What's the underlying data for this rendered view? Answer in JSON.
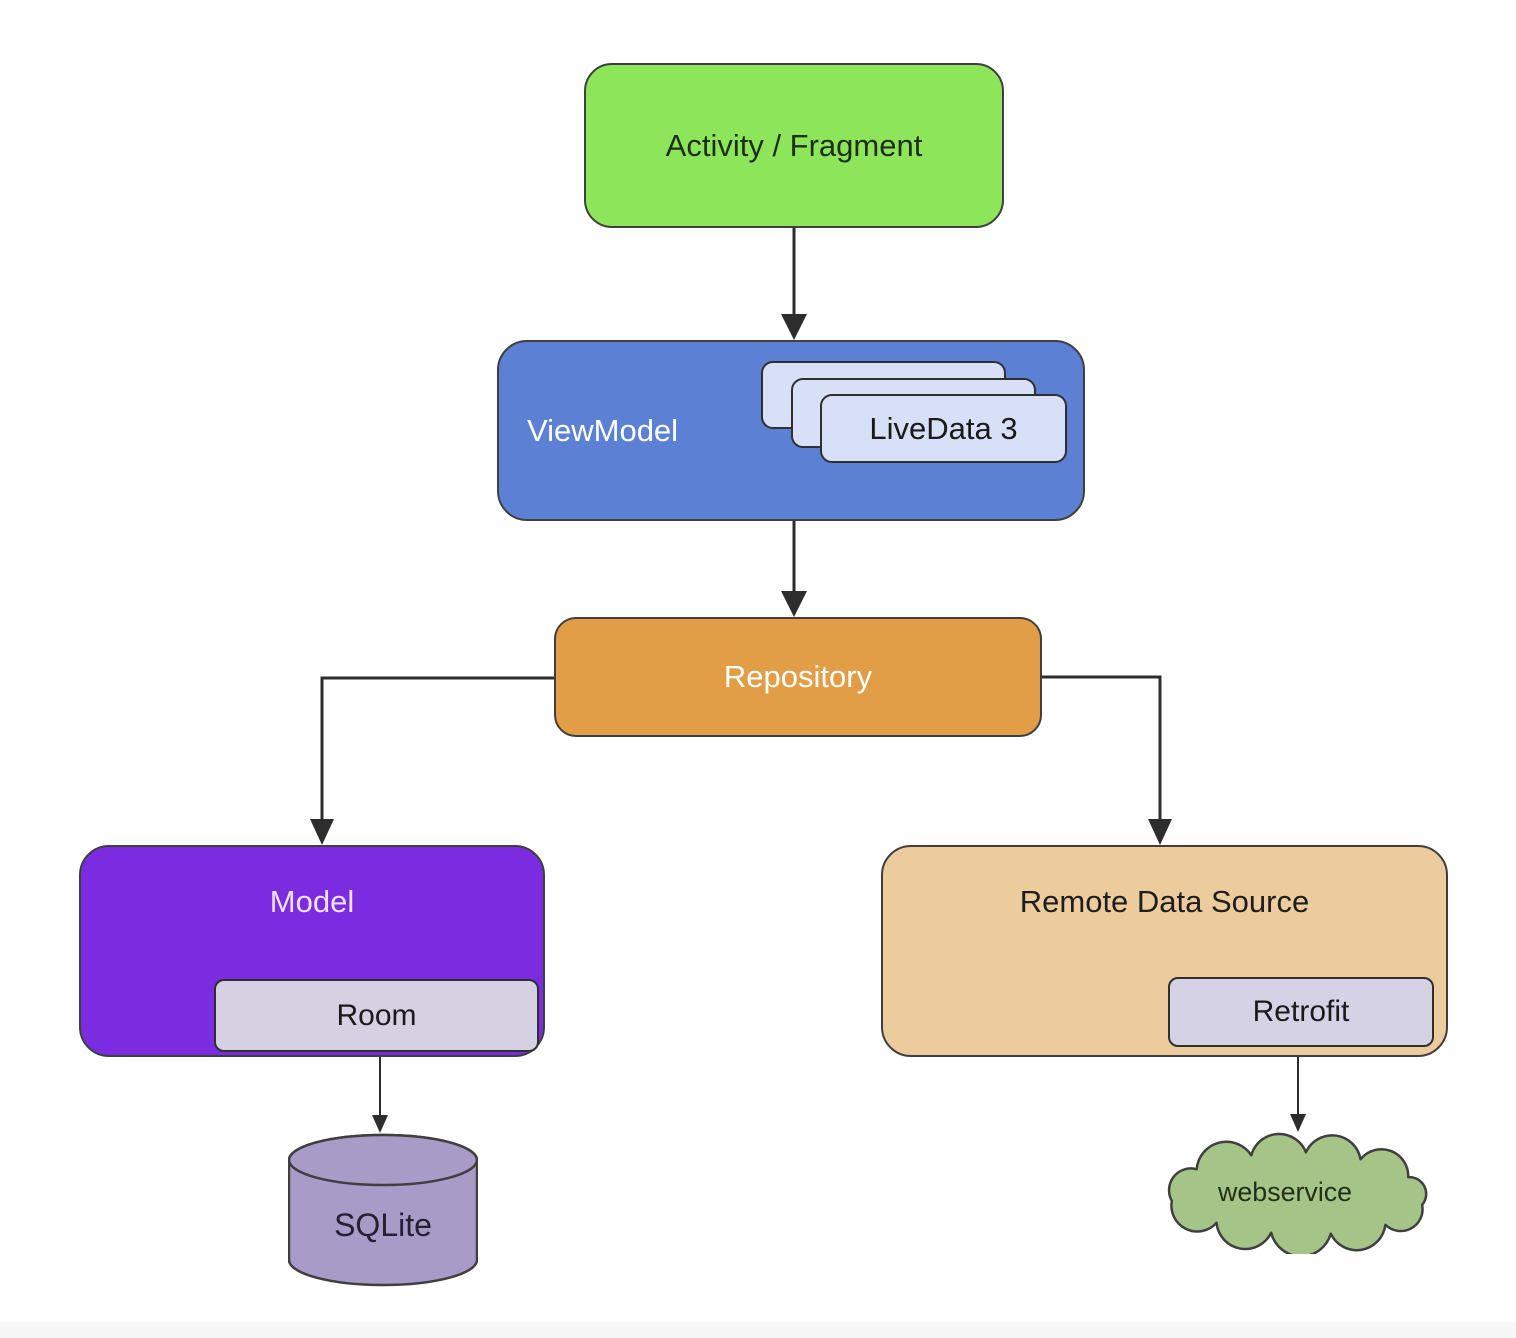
{
  "nodes": {
    "activity": {
      "label": "Activity / Fragment",
      "fill": "#8de65a",
      "text_color": "#1f2d1a"
    },
    "viewmodel": {
      "label": "ViewModel",
      "fill": "#5b80d4",
      "text_color": "#ffffff"
    },
    "livedata": {
      "label": "LiveData 3",
      "fill": "#d7e0f6",
      "text_color": "#1a1a1a"
    },
    "repository": {
      "label": "Repository",
      "fill": "#e29d47",
      "text_color": "#ffffff"
    },
    "model": {
      "label": "Model",
      "fill": "#7b2ce0",
      "text_color": "#ece2fb"
    },
    "room": {
      "label": "Room",
      "fill": "#d5d0e2",
      "text_color": "#1a1a1a"
    },
    "sqlite": {
      "label": "SQLite",
      "fill": "#a89bc8",
      "text_color": "#262033"
    },
    "remote": {
      "label": "Remote Data Source",
      "fill": "#eccb9d",
      "text_color": "#1e1e1e"
    },
    "retrofit": {
      "label": "Retrofit",
      "fill": "#d6d2e6",
      "text_color": "#1a1a1a"
    },
    "webservice": {
      "label": "webservice",
      "fill": "#a5c488",
      "text_color": "#233018"
    }
  },
  "edges": [
    {
      "from": "activity",
      "to": "viewmodel"
    },
    {
      "from": "viewmodel",
      "to": "repository"
    },
    {
      "from": "repository",
      "to": "model"
    },
    {
      "from": "repository",
      "to": "remote"
    },
    {
      "from": "room",
      "to": "sqlite"
    },
    {
      "from": "retrofit",
      "to": "webservice"
    }
  ],
  "colors": {
    "background": "#ffffff",
    "edge_line": "#2d2d2d",
    "node_border": "#3f3f3f",
    "subbox_border": "#2f2f2f",
    "footer_strip": "#f7f7f8"
  }
}
